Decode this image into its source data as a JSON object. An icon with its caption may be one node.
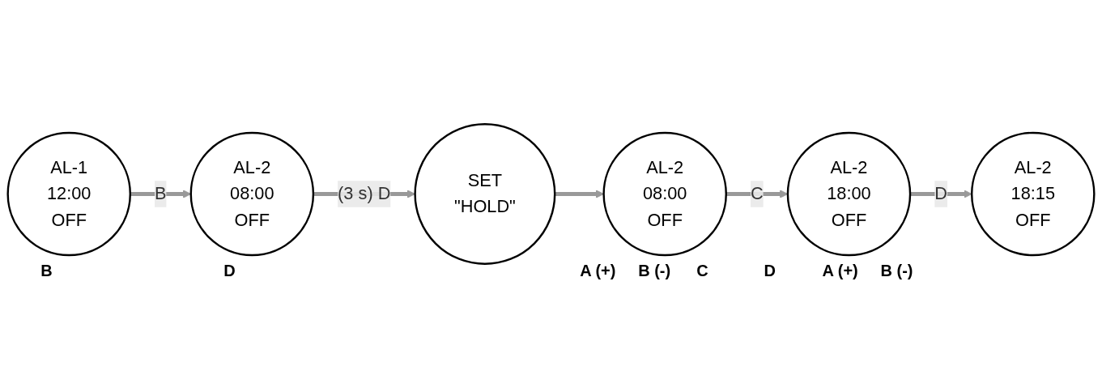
{
  "diagram": {
    "nodes": [
      {
        "text": [
          "AL-1",
          "12:00",
          "OFF"
        ],
        "beside": [
          "B"
        ]
      },
      {
        "text": [
          "AL-2",
          "08:00",
          "OFF"
        ],
        "beside": [
          "D"
        ]
      },
      {
        "text": [
          "SET",
          "\"HOLD\""
        ]
      },
      {
        "text": [
          "AL-2",
          "08:00",
          "OFF"
        ],
        "beside": [
          "A (+)",
          "B (-)",
          "C"
        ]
      },
      {
        "text": [
          "AL-2",
          "18:00",
          "OFF"
        ],
        "beside": [
          "D",
          "A (+)",
          "B (-)"
        ]
      },
      {
        "text": [
          "AL-2",
          "18:15",
          "OFF"
        ]
      }
    ],
    "edges": [
      {
        "from": 0,
        "to": 1,
        "arrow": "to",
        "label": "B"
      },
      {
        "from": 1,
        "to": 2,
        "arrow": "to",
        "label": "(3 s) D"
      },
      {
        "from": 2,
        "to": 3,
        "arrow": "to"
      },
      {
        "from": 3,
        "to": 4,
        "arrow": "to",
        "label": "C"
      },
      {
        "from": 4,
        "to": 5,
        "arrow": "to",
        "label": "D"
      }
    ]
  }
}
